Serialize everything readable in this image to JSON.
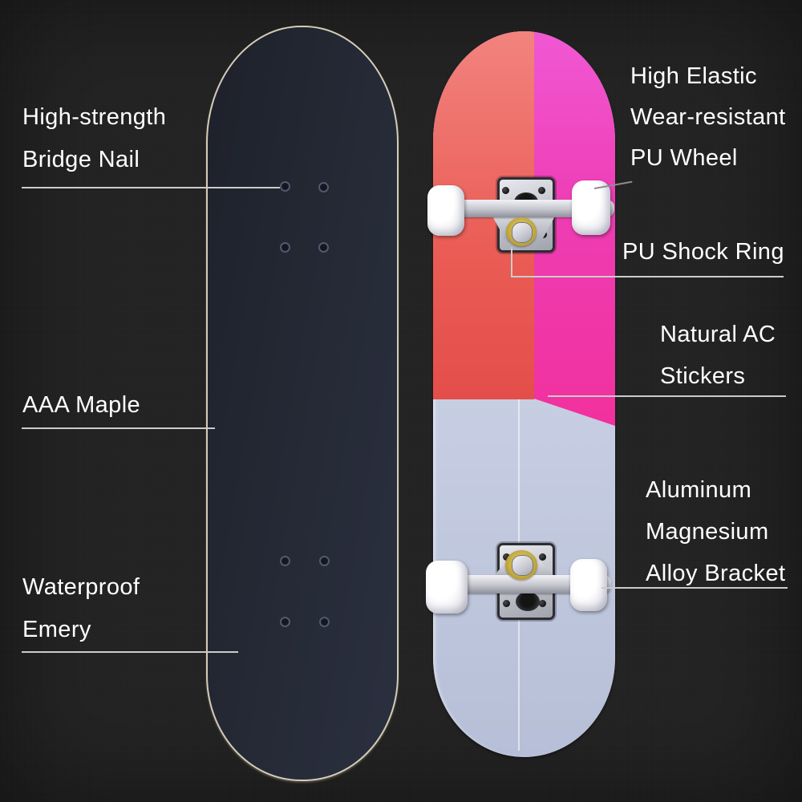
{
  "callouts": {
    "bridge_nail": {
      "line1": "High-strength",
      "line2": "Bridge Nail"
    },
    "maple": {
      "line1": "AAA Maple"
    },
    "emery": {
      "line1": "Waterproof",
      "line2": "Emery"
    },
    "pu_wheel": {
      "line1": "High Elastic",
      "line2": "Wear-resistant",
      "line3": "PU Wheel"
    },
    "shock_ring": {
      "line1": "PU Shock Ring"
    },
    "ac_stickers": {
      "line1": "Natural AC",
      "line2": "Stickers"
    },
    "alloy_bracket": {
      "line1": "Aluminum",
      "line2": "Magnesium",
      "line3": "Alloy Bracket"
    }
  },
  "colors": {
    "background": "#222222",
    "label_text": "#ffffff",
    "callout_line": "#cbcbcb",
    "grip_deck": "#252a36",
    "grip_deck_outline": "#d4ccb8",
    "deck_red": "#e85850",
    "deck_pink": "#ee3aae",
    "deck_gray": "#c6cde2",
    "wheel_white": "#f6f6f8",
    "truck_silver": "#c9cad2",
    "bushing_yellow": "#c4ab3e"
  }
}
